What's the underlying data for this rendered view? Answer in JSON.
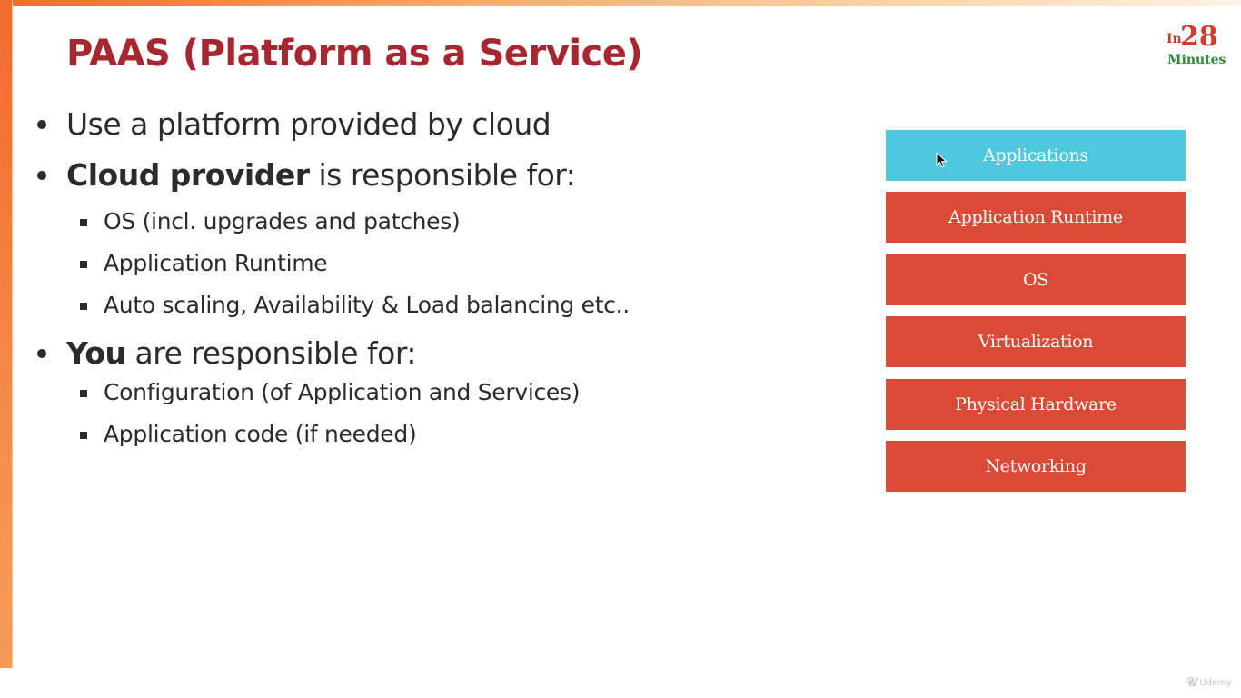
{
  "slide": {
    "title": "PAAS (Platform as a Service)"
  },
  "logo": {
    "prefix": "In",
    "number": "28",
    "suffix": "Minutes"
  },
  "bullets": [
    {
      "bold": "",
      "text": "Use a platform provided by cloud",
      "sub": []
    },
    {
      "bold": "Cloud provider",
      "text": " is responsible for:",
      "sub": [
        "OS (incl. upgrades and patches)",
        "Application Runtime",
        "Auto scaling, Availability & Load balancing etc.."
      ]
    },
    {
      "bold": "You",
      "text": " are responsible for:",
      "sub": [
        "Configuration (of Application and Services)",
        "Application code (if needed)"
      ]
    }
  ],
  "stack": {
    "layers": [
      {
        "label": "Applications",
        "color": "#4ec8dc"
      },
      {
        "label": "Application Runtime",
        "color": "#d94b36"
      },
      {
        "label": "OS",
        "color": "#d94b36"
      },
      {
        "label": "Virtualization",
        "color": "#d94b36"
      },
      {
        "label": "Physical Hardware",
        "color": "#d94b36"
      },
      {
        "label": "Networking",
        "color": "#d94b36"
      }
    ]
  },
  "watermark": {
    "icon": "udemy-logo-icon",
    "text": "Udemy"
  },
  "colors": {
    "title": "#a8262f",
    "accent": "#f26a2e",
    "customer_layer": "#4ec8dc",
    "provider_layer": "#d94b36"
  }
}
